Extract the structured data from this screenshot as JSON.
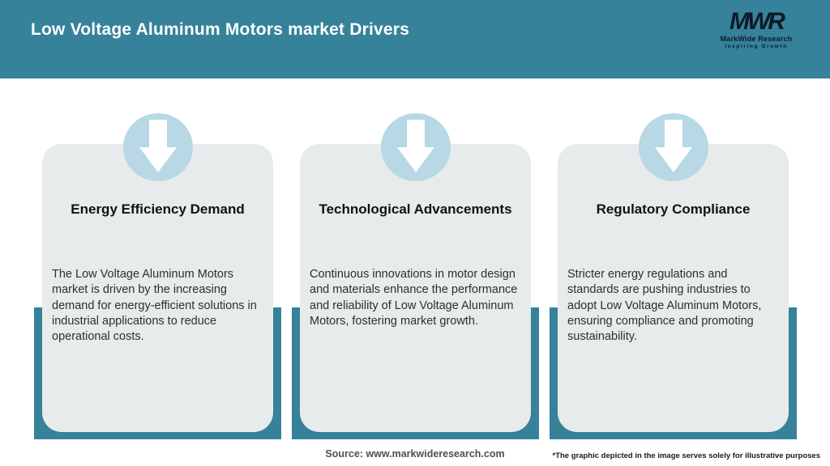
{
  "header": {
    "title": "Low Voltage Aluminum Motors market Drivers"
  },
  "logo": {
    "monogram": "MWR",
    "company": "MarkWide Research",
    "tagline": "Inspiring Growth"
  },
  "cards": [
    {
      "icon": "down-arrow-icon",
      "title": "Energy Efficiency Demand",
      "body": "The Low Voltage Aluminum Motors market is driven by the increasing demand for energy-efficient solutions in industrial applications to reduce operational costs."
    },
    {
      "icon": "down-arrow-icon",
      "title": "Technological Advancements",
      "body": "Continuous innovations in motor design and materials enhance the performance and reliability of Low Voltage Aluminum Motors, fostering market growth."
    },
    {
      "icon": "down-arrow-icon",
      "title": "Regulatory Compliance",
      "body": "Stricter energy regulations and standards are pushing industries to adopt Low Voltage Aluminum Motors, ensuring compliance and promoting sustainability."
    }
  ],
  "footer": {
    "source": "Source: www.markwideresearch.com",
    "disclaimer": "*The graphic depicted in the image serves solely for illustrative purposes"
  },
  "colors": {
    "teal": "#35829a",
    "icon_circle_blue": "#b7d8e4",
    "card_background": "#e8ebeb",
    "title_text": "#121212",
    "body_text": "#2e2e2e",
    "header_text": "#ffffff",
    "logo_text": "#0e1a26"
  }
}
